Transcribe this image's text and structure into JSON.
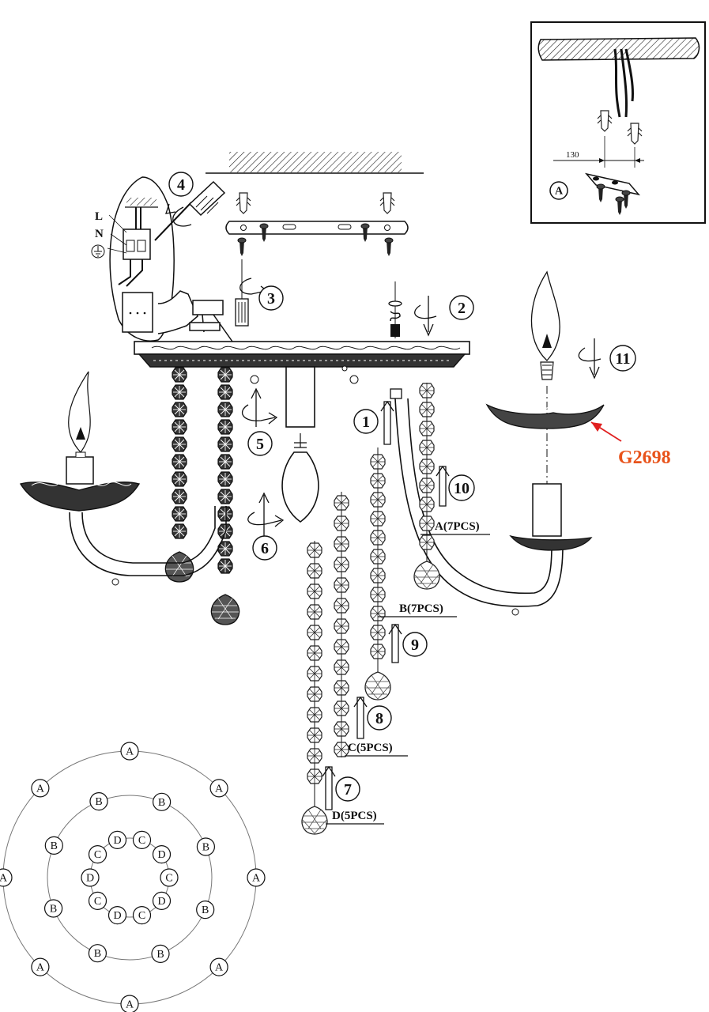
{
  "model_code": "G2698",
  "model_color": "#e8531b",
  "arrow_color": "#e02020",
  "inset": {
    "dimension": "130",
    "callout": "A"
  },
  "wiring": {
    "live": "L",
    "neutral": "N"
  },
  "steps": [
    "1",
    "2",
    "3",
    "4",
    "5",
    "6",
    "7",
    "8",
    "9",
    "10",
    "11"
  ],
  "chains": [
    {
      "letter": "A",
      "label": "A(7PCS)"
    },
    {
      "letter": "B",
      "label": "B(7PCS)"
    },
    {
      "letter": "C",
      "label": "C(5PCS)"
    },
    {
      "letter": "D",
      "label": "D(5PCS)"
    }
  ],
  "layout_rings": {
    "outer": [
      "A",
      "A",
      "A",
      "A",
      "A",
      "A",
      "A",
      "A"
    ],
    "middle": [
      "B",
      "B",
      "B",
      "B",
      "B",
      "B",
      "B",
      "B"
    ],
    "inner": [
      "D",
      "C",
      "D",
      "C",
      "D",
      "C",
      "D",
      "C",
      "D",
      "C"
    ]
  }
}
